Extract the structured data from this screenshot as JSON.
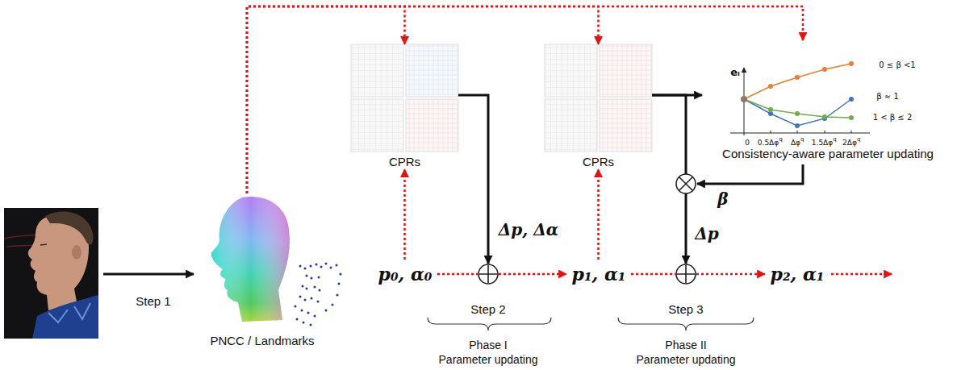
{
  "diagram": {
    "nodes": [
      {
        "text": [
          "PNCC / Landmarks"
        ]
      },
      {
        "text": [
          "CPRs"
        ]
      },
      {
        "text": [
          "CPRs"
        ]
      },
      {
        "text": [
          "Consistency-aware parameter updating"
        ]
      },
      {
        "text": [
          "p₀, α₀"
        ]
      },
      {
        "text": [
          "Step 2"
        ]
      },
      {
        "text": [
          "p₁, α₁"
        ]
      },
      {
        "text": [
          "Step 3"
        ]
      },
      {
        "text": [
          "p₂, α₁"
        ]
      }
    ],
    "edges": [
      {
        "from": 0,
        "to": 1,
        "arrow": "to"
      },
      {
        "from": 0,
        "to": 2,
        "arrow": "to"
      },
      {
        "from": 0,
        "to": 3,
        "arrow": "to"
      },
      {
        "from": 4,
        "to": 1,
        "arrow": "to"
      },
      {
        "from": 4,
        "to": 5,
        "arrow": "none"
      },
      {
        "from": 1,
        "to": 5,
        "label": "Δp, Δα",
        "arrow": "to"
      },
      {
        "from": 5,
        "to": 6,
        "arrow": "to"
      },
      {
        "from": 6,
        "to": 2,
        "arrow": "to"
      },
      {
        "from": 6,
        "to": 7,
        "arrow": "none"
      },
      {
        "from": 2,
        "to": 3,
        "arrow": "to"
      },
      {
        "from": 2,
        "to": 7,
        "label": "Δp",
        "arrow": "to"
      },
      {
        "from": 7,
        "to": 8,
        "arrow": "to"
      }
    ],
    "labels": [
      "Step 1",
      "Phase I",
      "Parameter updating",
      "Phase II",
      "Parameter updating",
      "β",
      "eᵢ",
      "0",
      "0.5Δφ",
      "q",
      "Δφ",
      "q",
      "1.5Δφ",
      "q",
      "2Δφ",
      "q",
      "0 ≤ β <1",
      "β ≈ 1",
      "1 < β ≤ 2"
    ]
  }
}
